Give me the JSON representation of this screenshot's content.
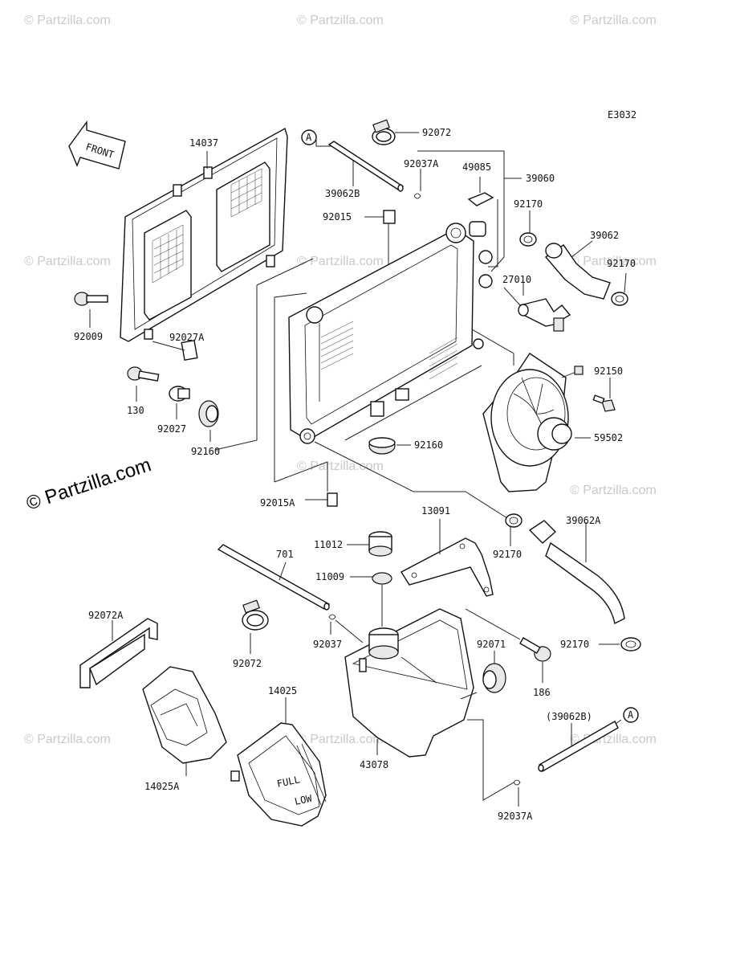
{
  "diagram_code": "E3032",
  "front_label": "FRONT",
  "watermark_small": "© Partzilla.com",
  "watermark_big": "© Partzilla.com",
  "ref_markers": {
    "a_top": "A",
    "a_bottom": "A"
  },
  "tank_marks": {
    "full": "FULL",
    "low": "LOW"
  },
  "labels": {
    "p14037": "14037",
    "p92009": "92009",
    "p92027A": "92027A",
    "p130": "130",
    "p92027": "92027",
    "p92160a": "92160",
    "p39062B": "39062B",
    "p92072a": "92072",
    "p92037Aa": "92037A",
    "p49085": "49085",
    "p39060": "39060",
    "p92015": "92015",
    "p92170a": "92170",
    "p39062": "39062",
    "p92170b": "92170",
    "p27010": "27010",
    "p92150": "92150",
    "p59502": "59502",
    "p92160b": "92160",
    "p92015A": "92015A",
    "p13091": "13091",
    "p11012": "11012",
    "p701": "701",
    "p11009": "11009",
    "p92170c": "92170",
    "p39062A": "39062A",
    "p92072A": "92072A",
    "p92037": "92037",
    "p92072b": "92072",
    "p92071": "92071",
    "p186": "186",
    "p92170d": "92170",
    "p14025": "14025",
    "p14025A": "14025A",
    "p43078": "43078",
    "p39062Bp": "(39062B)",
    "p92037Ab": "92037A"
  }
}
